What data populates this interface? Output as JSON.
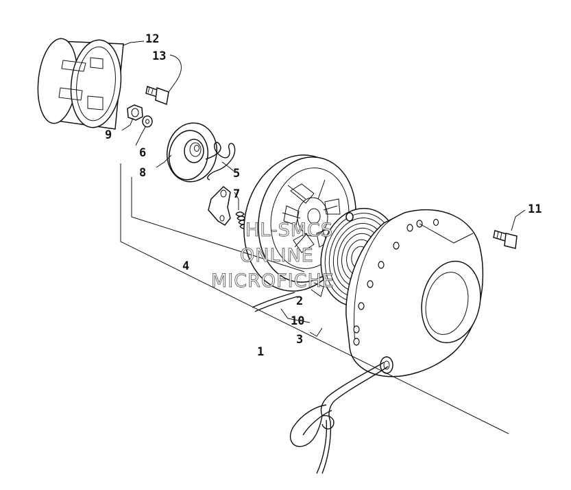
{
  "labels": {
    "p1": "1",
    "p2": "2",
    "p3": "3",
    "p4": "4",
    "p5": "5",
    "p6": "6",
    "p7": "7",
    "p8": "8",
    "p9": "9",
    "p10": "10",
    "p11": "11",
    "p12": "12",
    "p13": "13"
  },
  "watermark": [
    "HL-SMCS",
    "ONLINE",
    "MICROFICHE"
  ],
  "colors": {
    "line": "#111111",
    "background": "#ffffff"
  }
}
